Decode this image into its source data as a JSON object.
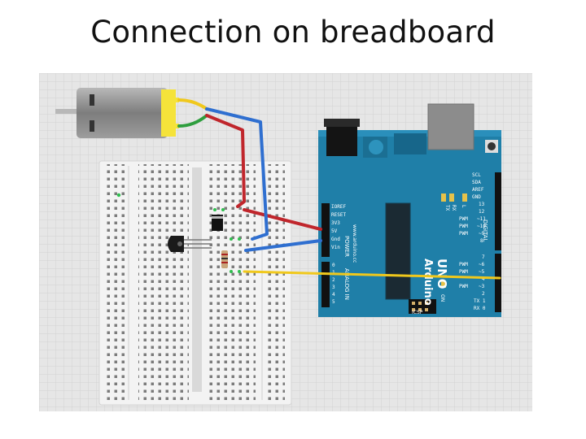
{
  "title": "Connection on breadboard",
  "board": {
    "brand": "Arduino",
    "model": "UNO",
    "website": "www.arduino.cc",
    "header_left": [
      "IOREF",
      "RESET",
      "3V3",
      "5V",
      "Gnd",
      "Vin"
    ],
    "power_label": "POWER",
    "analog_label": "ANALOG IN",
    "analog_pins": [
      "0",
      "1",
      "2",
      "3",
      "4",
      "5"
    ],
    "digital_top": [
      "SCL",
      "SDA",
      "AREF",
      "GND",
      "13",
      "12",
      "~11",
      "~10",
      "~9",
      "8"
    ],
    "digital_bottom": [
      "7",
      "~6",
      "~5",
      "4",
      "~3",
      "2",
      "TX 1",
      "RX 0"
    ],
    "pwm_label": "PWM",
    "digital_label": "DIGITAL",
    "led_labels": [
      "L",
      "TX",
      "RX"
    ],
    "on_label": "ON",
    "icsp_label": "ICSP"
  },
  "colors": {
    "board": "#1f7fa8",
    "wire_red": "#c0262c",
    "wire_blue": "#2f6fd0",
    "wire_yellow": "#f0c81c",
    "wire_green": "#2e9e3e",
    "motor_body": "#8a8a8a",
    "motor_cap": "#f5e33a",
    "grid_bg": "#e6e6e6"
  },
  "icons": [
    "dc-motor",
    "transistor",
    "diode",
    "resistor",
    "breadboard",
    "arduino-board"
  ]
}
